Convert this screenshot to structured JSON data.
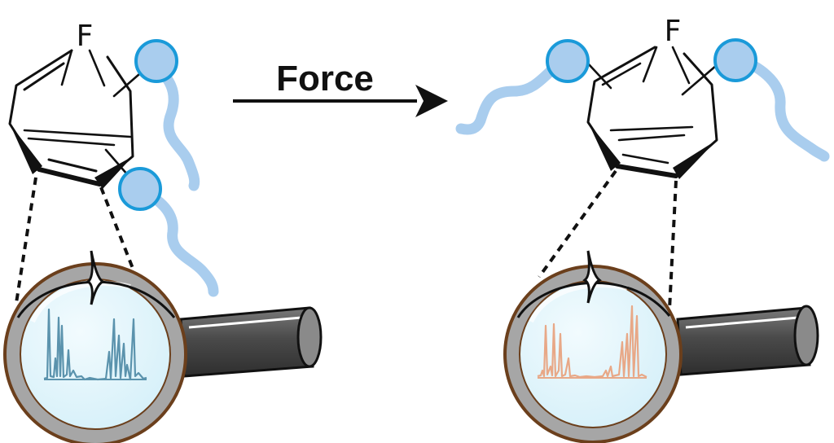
{
  "diagram": {
    "reactant": {
      "atom_label": "F"
    },
    "arrow": {
      "label": "Force"
    },
    "product": {
      "atom_label": "F"
    }
  },
  "colors": {
    "polymer_bead_fill": "#a9cdee",
    "polymer_bead_stroke": "#1a9ad9",
    "polymer_chain": "#a9cdee",
    "spectrum_before": "#5b93ad",
    "spectrum_after": "#e8a887",
    "magnifier_rim": "#a6a6a6",
    "magnifier_outline": "#6b3f1c",
    "magnifier_lens": "#e3f6fc",
    "handle_dark": "#4a4a4a"
  },
  "icons": {
    "magnifier": "magnifying-glass-icon",
    "bead": "polymer-bead-icon"
  }
}
